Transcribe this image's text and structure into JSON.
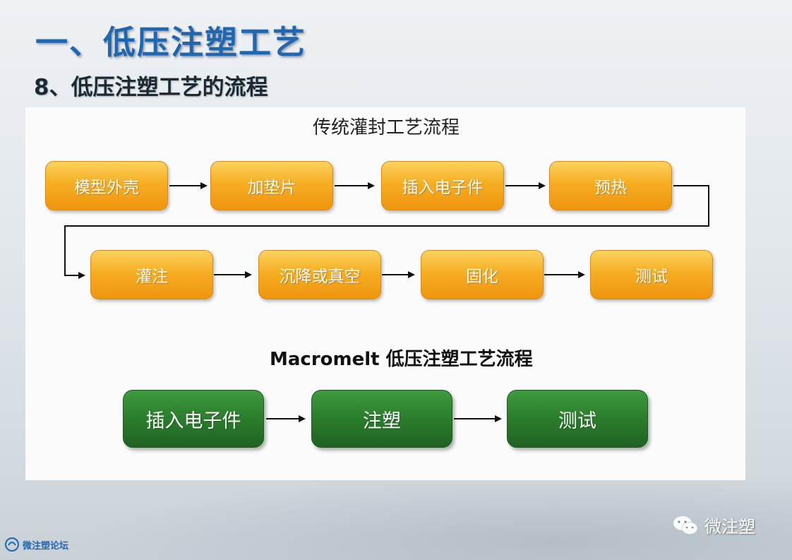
{
  "slide": {
    "title": "一、低压注塑工艺",
    "subtitle": "8、低压注塑工艺的流程"
  },
  "traditional": {
    "heading": "传统灌封工艺流程",
    "steps": [
      "模型外壳",
      "加垫片",
      "插入电子件",
      "预热",
      "灌注",
      "沉降或真空",
      "固化",
      "测试"
    ]
  },
  "macromelt": {
    "heading": "Macromelt 低压注塑工艺流程",
    "steps": [
      "插入电子件",
      "注塑",
      "测试"
    ]
  },
  "footer": {
    "logo_text": "微注塑论坛",
    "wechat_text": "微注塑"
  },
  "colors": {
    "title": "#1f67b1",
    "orange_step": "#f6ae22",
    "green_step": "#2b7d2c"
  }
}
